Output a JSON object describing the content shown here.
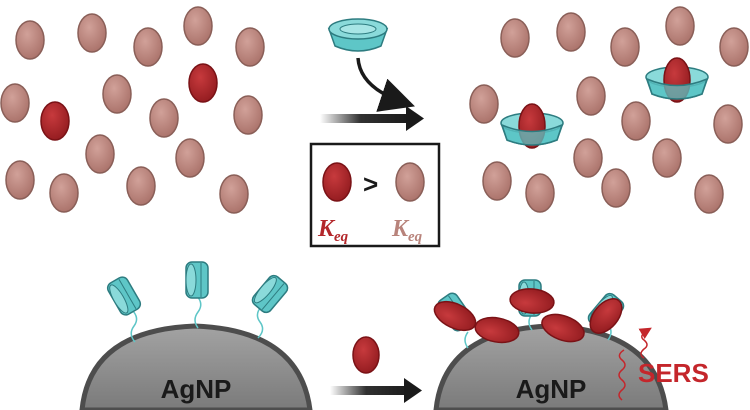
{
  "labels": {
    "k_symbol": "K",
    "k_subscript": "eq",
    "comparison": ">",
    "nanoparticle": "AgNP",
    "signal": "SERS"
  },
  "colors": {
    "background": "#ffffff",
    "analyte_fill": "#b8837b",
    "analyte_stroke": "#8a5f58",
    "target_fill": "#b3272b",
    "target_stroke": "#7a1216",
    "host_fill": "#5ec6c7",
    "host_stroke": "#2d7c80",
    "nanoparticle_fill": "#8f8f8f",
    "nanoparticle_rim": "#4d4d4d",
    "arrow": "#1a1a1a",
    "signal": "#c4262b",
    "keq_target": "#b3272b",
    "keq_analyte": "#b8837b"
  },
  "icons": [
    "macrocycle-host-icon",
    "target-molecule-icon",
    "background-molecule-icon",
    "wavy-signal-arrow-icon"
  ]
}
